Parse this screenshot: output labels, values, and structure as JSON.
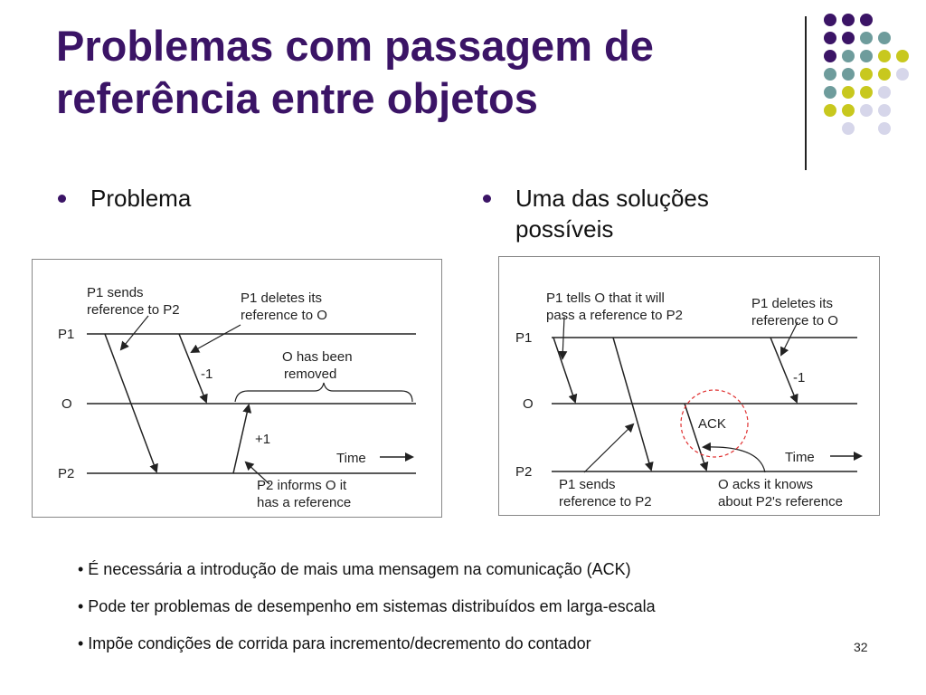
{
  "slide": {
    "title_line1": "Problemas com passagem de",
    "title_line2": "referência entre objetos",
    "page_number": "32"
  },
  "bullets": {
    "left": "Problema",
    "right_line1": "Uma das soluções",
    "right_line2": "possíveis"
  },
  "left_diagram": {
    "line_labels": [
      "P1",
      "O",
      "P2"
    ],
    "p1_sends": [
      "P1 sends",
      "reference to P2"
    ],
    "p1_deletes": [
      "P1 deletes its",
      "reference to O"
    ],
    "o_removed": [
      "O has been",
      "removed"
    ],
    "minus_one": "-1",
    "plus_one": "+1",
    "time": "Time",
    "p2_informs": [
      "P2 informs O it",
      "has a reference"
    ]
  },
  "right_diagram": {
    "line_labels": [
      "P1",
      "O",
      "P2"
    ],
    "p1_tells": [
      "P1 tells O that it will",
      "pass a reference to P2"
    ],
    "p1_deletes": [
      "P1 deletes its",
      "reference to O"
    ],
    "minus_one": "-1",
    "ack": "ACK",
    "time": "Time",
    "p1_sends": [
      "P1 sends",
      "reference to P2"
    ],
    "o_acks": [
      "O acks it knows",
      "about P2's reference"
    ]
  },
  "notes": [
    "• É necessária a introdução de mais uma mensagem na comunicação (ACK)",
    "•  Pode ter problemas de desempenho em sistemas distribuídos em larga-escala",
    "•  Impõe condições de corrida para incremento/decremento do contador"
  ],
  "colors": {
    "title": "#3b1466",
    "purple_dot": "#3b1466",
    "teal_dot": "#6e9c9c",
    "yellow_dot": "#c8c81e",
    "lavender_dot": "#d6d6ea",
    "ack_circle": "#e03030"
  }
}
